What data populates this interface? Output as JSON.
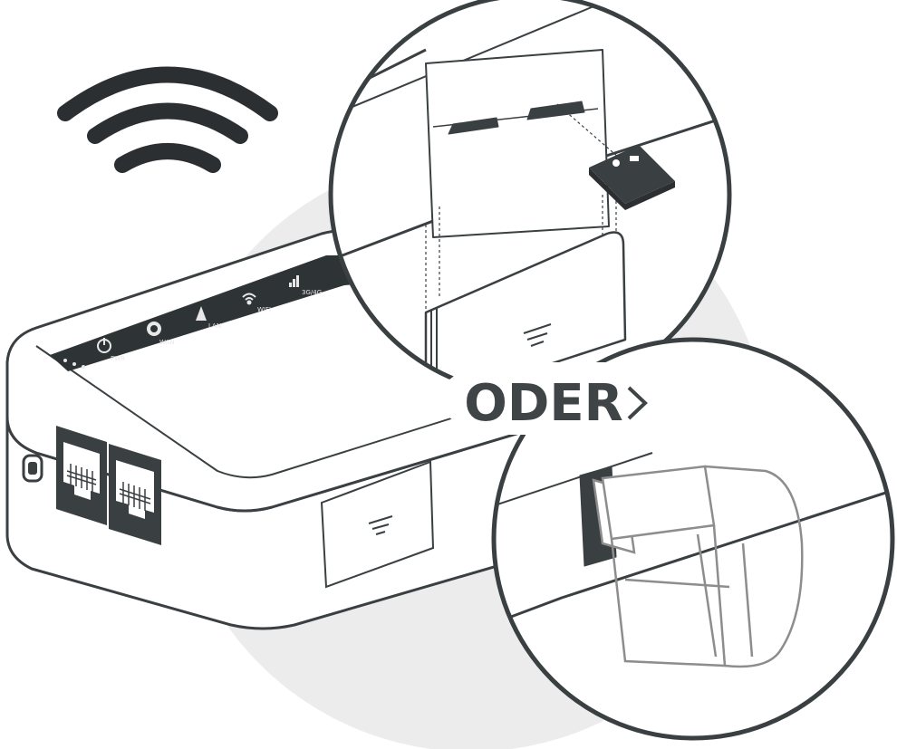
{
  "divider_text": "ODER",
  "led_labels": [
    "PWR",
    "WAN",
    "LAN",
    "WIFI",
    "3G/4G"
  ],
  "colors": {
    "outline": "#3a3f42",
    "background_circle": "#ececec",
    "device_fill": "#ffffff",
    "led_panel": "#2e3336",
    "led_text": "#e8e8e8",
    "usb_stick": "#8d8d8d"
  },
  "icons": [
    "wifi-signal-icon",
    "power-icon",
    "wan-globe-icon",
    "lan-icon",
    "wifi-icon",
    "mobile-signal-icon",
    "micro-usb-port-icon",
    "ethernet-port-icon",
    "sd-card-icon",
    "usb-stick-icon"
  ]
}
